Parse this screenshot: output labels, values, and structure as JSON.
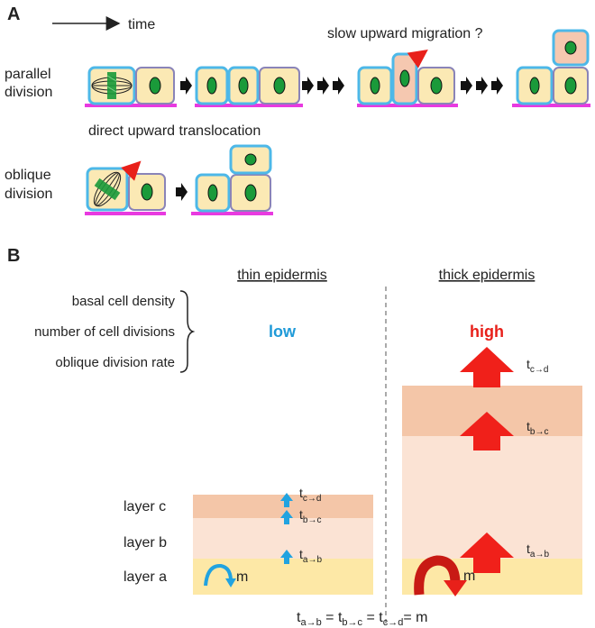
{
  "panelA": {
    "label": "A",
    "time_label": "time",
    "parallel_label_line1": "parallel",
    "parallel_label_line2": "division",
    "oblique_label_line1": "oblique",
    "oblique_label_line2": "division",
    "slow_migration_label": "slow upward migration ?",
    "direct_translocation_label": "direct upward translocation"
  },
  "panelB": {
    "label": "B",
    "thin_title": "thin epidermis",
    "thick_title": "thick epidermis",
    "row_labels": [
      "basal cell density",
      "number of cell divisions",
      "oblique division rate"
    ],
    "thin_level": "low",
    "thick_level": "high",
    "layer_labels": [
      "layer c",
      "layer b",
      "layer a"
    ],
    "m_label": "m",
    "t_base": "t",
    "sub_ab": "a→b",
    "sub_bc": "b→c",
    "sub_cd": "c→d",
    "equation": {
      "eq": " = ",
      "eq_last": "= m"
    }
  },
  "colors": {
    "cell_fill": "#fbe9b4",
    "cell_border_dividing": "#4db8e8",
    "cell_border": "#8a84b8",
    "nucleus": "#1a9a3a",
    "basement": "#e83ae0",
    "migrating_cell": "#f5c8b0",
    "layer_a": "#fde8a6",
    "layer_b": "#fbe3d4",
    "layer_c": "#f4c6a8",
    "low_color": "#1f9ad8",
    "high_color": "#e8201a",
    "arrow_blue": "#21a3e0",
    "arrow_red": "#f0201a"
  }
}
